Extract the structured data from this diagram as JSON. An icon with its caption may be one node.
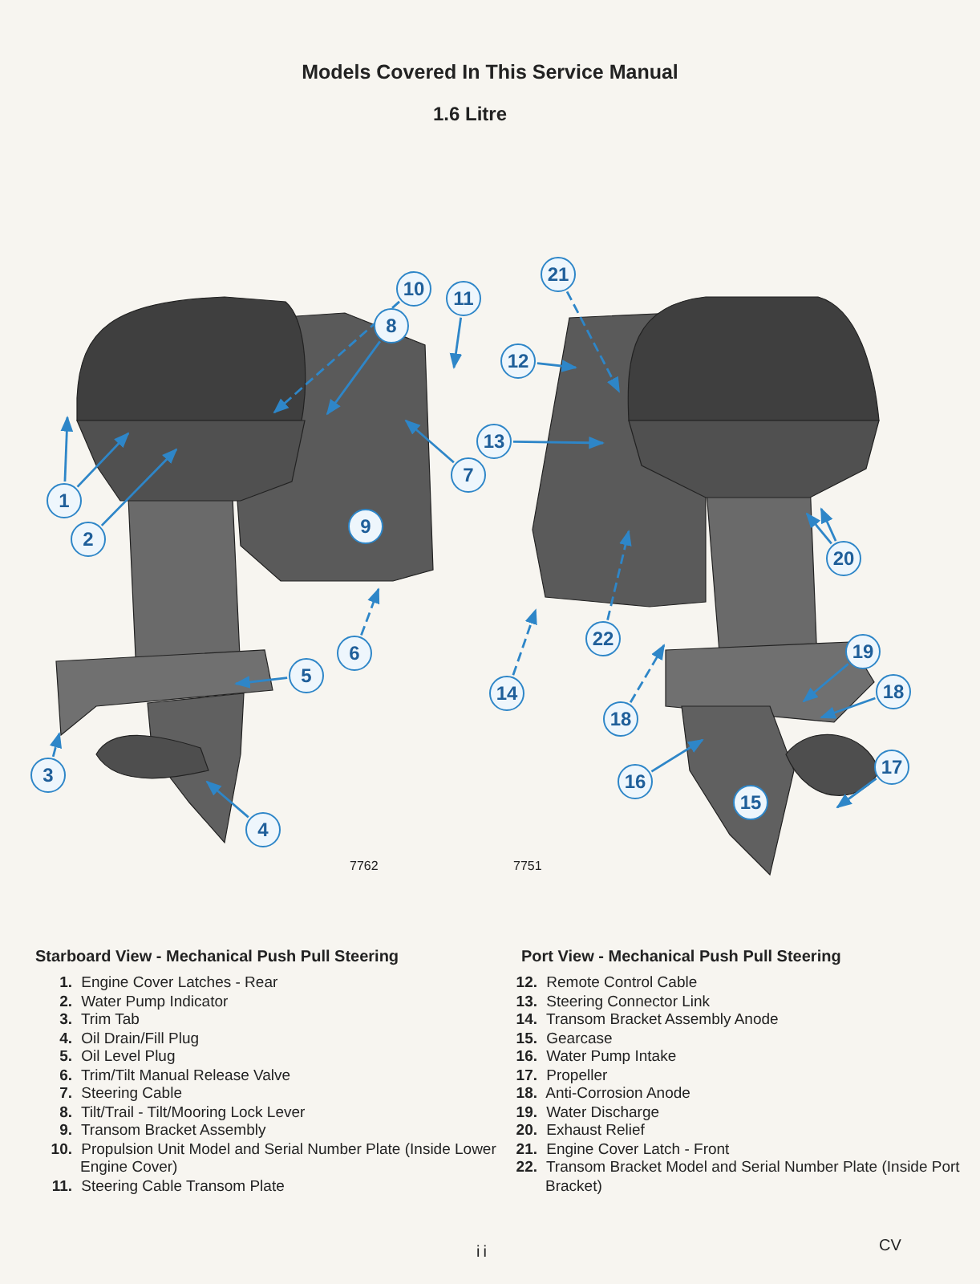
{
  "diagram": {
    "title": "Models Covered In This Service Manual",
    "nodes": [
      {
        "text": [
          "1"
        ]
      },
      {
        "text": [
          "2"
        ]
      },
      {
        "text": [
          "3"
        ]
      },
      {
        "text": [
          "4"
        ]
      },
      {
        "text": [
          "5"
        ]
      },
      {
        "text": [
          "6"
        ]
      },
      {
        "text": [
          "7"
        ]
      },
      {
        "text": [
          "8"
        ]
      },
      {
        "text": [
          "9"
        ]
      },
      {
        "text": [
          "10"
        ]
      },
      {
        "text": [
          "11"
        ]
      },
      {
        "text": [
          "12"
        ]
      },
      {
        "text": [
          "13"
        ]
      },
      {
        "text": [
          "14"
        ]
      },
      {
        "text": [
          "15"
        ]
      },
      {
        "text": [
          "16"
        ]
      },
      {
        "text": [
          "17"
        ]
      },
      {
        "text": [
          "18"
        ]
      },
      {
        "text": [
          "18"
        ]
      },
      {
        "text": [
          "19"
        ]
      },
      {
        "text": [
          "20"
        ]
      },
      {
        "text": [
          "21"
        ]
      },
      {
        "text": [
          "22"
        ]
      }
    ],
    "edges": [
      {
        "from": 0,
        "to": null,
        "arrow": "to"
      },
      {
        "from": 0,
        "to": null,
        "arrow": "to"
      },
      {
        "from": 1,
        "to": null,
        "arrow": "to"
      },
      {
        "from": 2,
        "to": null,
        "arrow": "to",
        "style": "dashed"
      },
      {
        "from": 3,
        "to": null,
        "arrow": "to"
      },
      {
        "from": 4,
        "to": null,
        "arrow": "to"
      },
      {
        "from": 5,
        "to": null,
        "arrow": "to",
        "style": "dashed"
      },
      {
        "from": 6,
        "to": null,
        "arrow": "to"
      },
      {
        "from": 7,
        "to": null,
        "arrow": "to"
      },
      {
        "from": 9,
        "to": null,
        "arrow": "to",
        "style": "dashed"
      },
      {
        "from": 10,
        "to": null,
        "arrow": "to"
      },
      {
        "from": 11,
        "to": null,
        "arrow": "to"
      },
      {
        "from": 12,
        "to": null,
        "arrow": "to"
      },
      {
        "from": 13,
        "to": null,
        "arrow": "to",
        "style": "dashed"
      },
      {
        "from": 15,
        "to": null,
        "arrow": "to"
      },
      {
        "from": 16,
        "to": null,
        "arrow": "to"
      },
      {
        "from": 17,
        "to": null,
        "arrow": "to",
        "style": "dashed"
      },
      {
        "from": 18,
        "to": null,
        "arrow": "to"
      },
      {
        "from": 19,
        "to": null,
        "arrow": "to"
      },
      {
        "from": 20,
        "to": null,
        "arrow": "to"
      },
      {
        "from": 20,
        "to": null,
        "arrow": "to"
      },
      {
        "from": 21,
        "to": null,
        "arrow": "to",
        "style": "dashed"
      },
      {
        "from": 22,
        "to": null,
        "arrow": "to",
        "style": "dashed"
      }
    ],
    "labels": [
      "1.6 Litre",
      "7762",
      "7751",
      "Starboard View - Mechanical Push Pull Steering",
      "**1.** Engine Cover Latches - Rear",
      "**2.** Water Pump Indicator",
      "**3.** Trim Tab",
      "**4.** Oil Drain/Fill Plug",
      "**5.** Oil Level Plug",
      "**6.** Trim/Tilt Manual Release Valve",
      "**7.** Steering Cable",
      "**8.** Tilt/Trail - Tilt/Mooring Lock Lever",
      "**9.** Transom Bracket Assembly",
      "**10.** Propulsion Unit Model and Serial Number Plate (Inside Lower Engine Cover)",
      "**11.** Steering Cable Transom Plate",
      "Port View - Mechanical Push Pull Steering",
      "**12.** Remote Control Cable",
      "**13.** Steering Connector Link",
      "**14.** Transom Bracket Assembly Anode",
      "**15.** Gearcase",
      "**16.** Water Pump Intake",
      "**17.** Propeller",
      "**18.** Anti-Corrosion Anode",
      "**19.** Water Discharge",
      "**20.** Exhaust Relief",
      "**21.** Engine Cover Latch - Front",
      "**22.** Transom Bracket Model and Serial Number Plate (Inside Port Bracket)",
      "ii",
      "CV"
    ]
  }
}
